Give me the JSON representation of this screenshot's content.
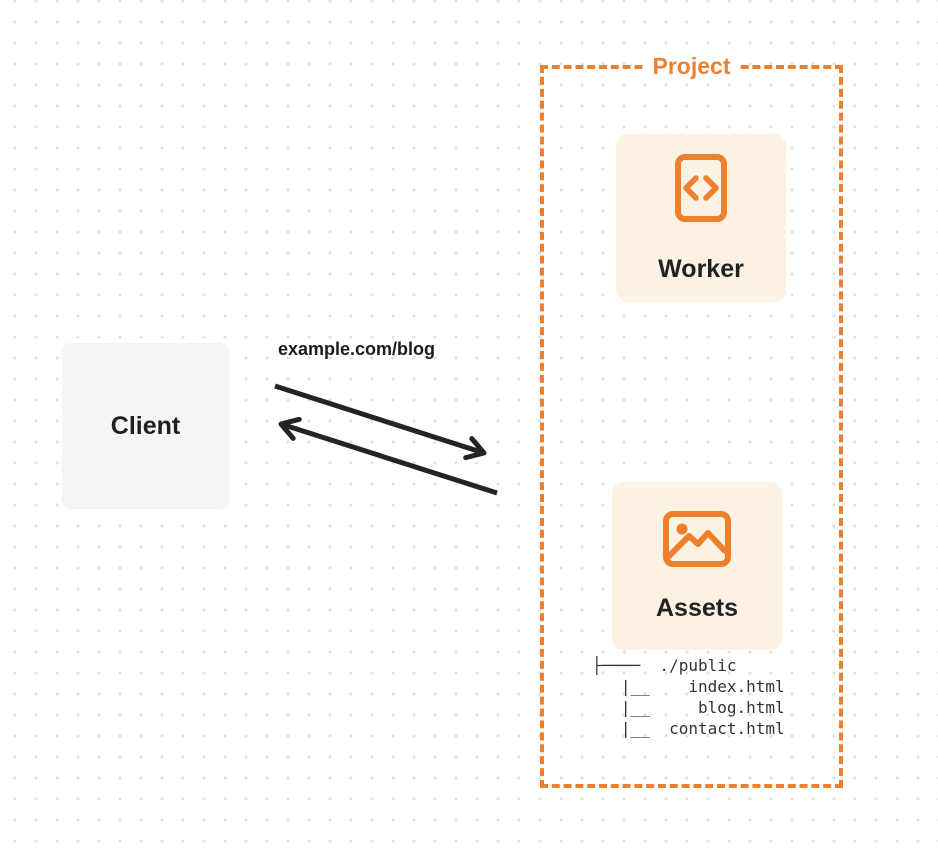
{
  "diagram": {
    "client": {
      "label": "Client"
    },
    "request": {
      "label": "example.com/blog"
    },
    "project": {
      "title": "Project",
      "worker": {
        "label": "Worker"
      },
      "assets": {
        "label": "Assets"
      },
      "file_tree": {
        "lines": [
          "├────  ./public",
          "   |__    index.html",
          "   |__     blog.html",
          "   |__  contact.html"
        ]
      }
    },
    "icons": {
      "worker": "code-document-icon",
      "assets": "image-icon"
    },
    "colors": {
      "accent_orange": "#ed7f2d",
      "card_background": "#fcf2e4",
      "client_background": "#f5f5f6",
      "arrow_black": "#242424",
      "text_dark": "#1f1f1f",
      "tree_text": "#333333",
      "dot_grid": "#e2e2e4"
    }
  }
}
